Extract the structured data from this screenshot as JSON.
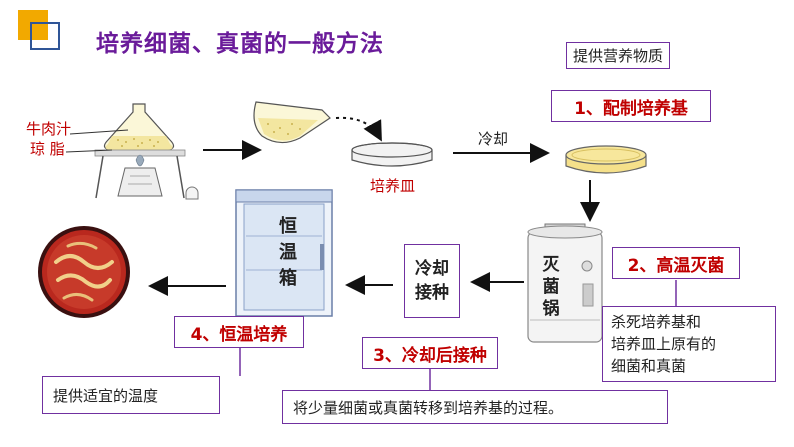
{
  "title": "培养细菌、真菌的一般方法",
  "steps": {
    "step1": "1、配制培养基",
    "step2": "2、高温灭菌",
    "step3": "3、冷却后接种",
    "step4": "4、恒温培养"
  },
  "notes": {
    "step1_note": "提供营养物质",
    "step2_note_lines": [
      "杀死培养基和",
      "培养皿上原有的",
      "细菌和真菌"
    ],
    "step3_note": "将少量细菌或真菌转移到培养基的过程。",
    "step4_note": "提供适宜的温度"
  },
  "labels": {
    "beef_broth": "牛肉汁",
    "agar": "琼  脂",
    "petri_dish": "培养皿",
    "cooling": "冷却",
    "inoculate_cool": "冷却",
    "inoculate_plant": "接种",
    "sterilizer": [
      "灭",
      "菌",
      "锅"
    ],
    "incubator": [
      "恒",
      "温",
      "箱"
    ]
  },
  "colors": {
    "title": "#6a1b9a",
    "step_text": "#c00000",
    "box_border": "#7030a0",
    "deco_orange": "#f2a900",
    "deco_blue": "#2f5597"
  }
}
